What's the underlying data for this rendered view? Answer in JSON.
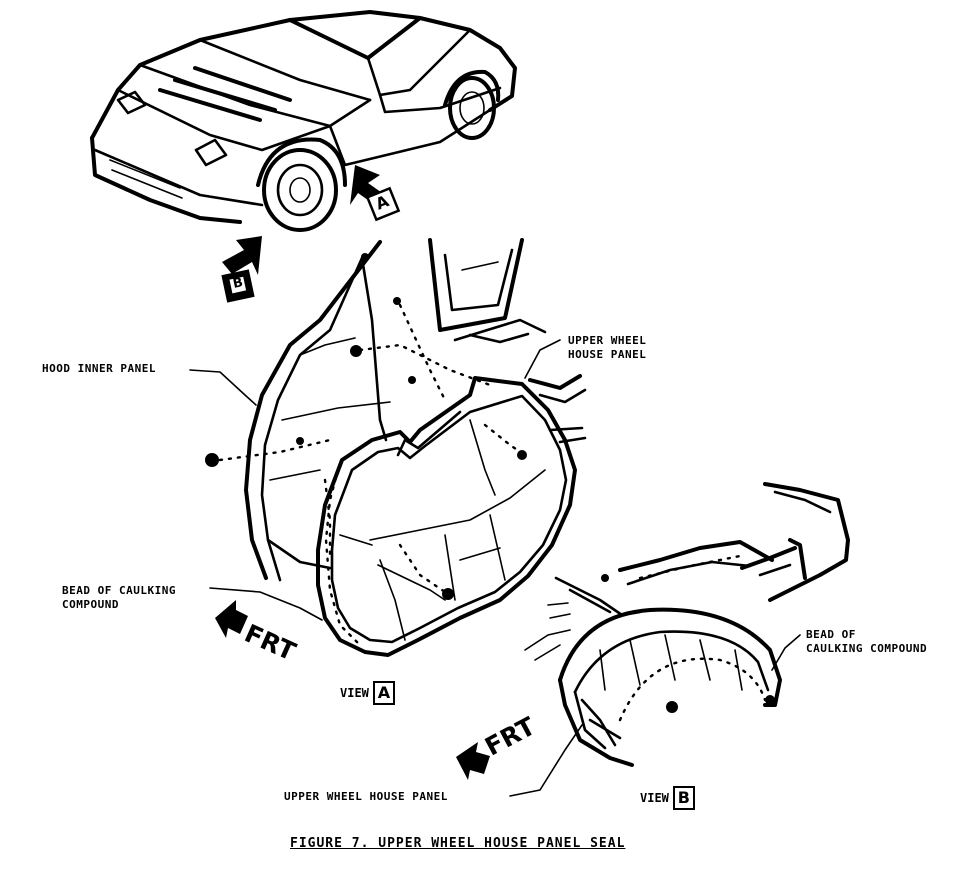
{
  "labels": {
    "hood_inner_panel": "HOOD INNER PANEL",
    "upper_wheel_house_panel_top": "UPPER WHEEL\nHOUSE PANEL",
    "bead_caulking_left": "BEAD OF CAULKING\nCOMPOUND",
    "bead_caulking_right": "BEAD OF\nCAULKING COMPOUND",
    "upper_wheel_house_panel_bottom": "UPPER WHEEL HOUSE PANEL",
    "frt_left": "FRT",
    "frt_right": "FRT"
  },
  "views": {
    "a_label": "VIEW",
    "a_letter": "A",
    "b_label": "VIEW",
    "b_letter": "B"
  },
  "callouts": {
    "a_letter": "A",
    "b_letter": "B"
  },
  "caption": "FIGURE 7.  UPPER WHEEL HOUSE PANEL SEAL"
}
